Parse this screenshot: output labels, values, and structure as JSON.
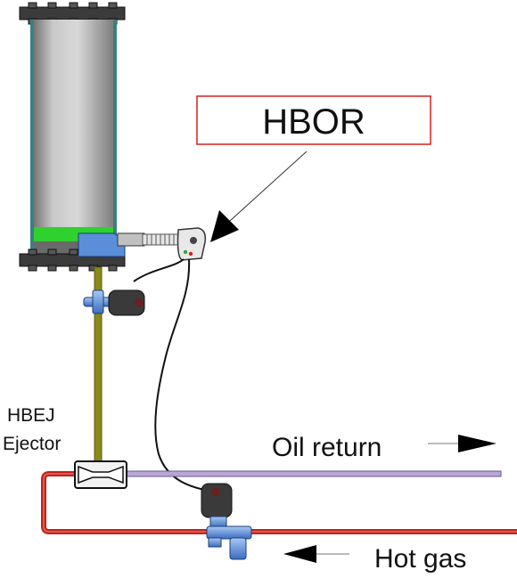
{
  "labels": {
    "hbor": "HBOR",
    "hbej_line1": "HBEJ",
    "hbej_line2": "Ejector",
    "oil_return": "Oil return",
    "hot_gas": "Hot gas"
  },
  "colors": {
    "hbor_box_border": "#d42020",
    "hot_gas_pipe": "#c0231c",
    "oil_return_pipe": "#b9a6d9",
    "drain_pipe": "#8a8a1a",
    "vessel_body": "#a7a7a7",
    "vessel_edge": "#3a7f7f",
    "oil_level": "#2fd12f",
    "flange": "#2a2a2a",
    "valve_blue": "#5a8ed8",
    "solenoid": "#3a3a3a",
    "arrow": "#000000"
  },
  "icons": {
    "vessel": "receiver-vessel-icon",
    "level_regulator": "oil-level-regulator-icon",
    "ejector": "ejector-icon",
    "solenoid_top": "solenoid-valve-icon",
    "solenoid_bottom": "hot-gas-solenoid-valve-icon"
  }
}
